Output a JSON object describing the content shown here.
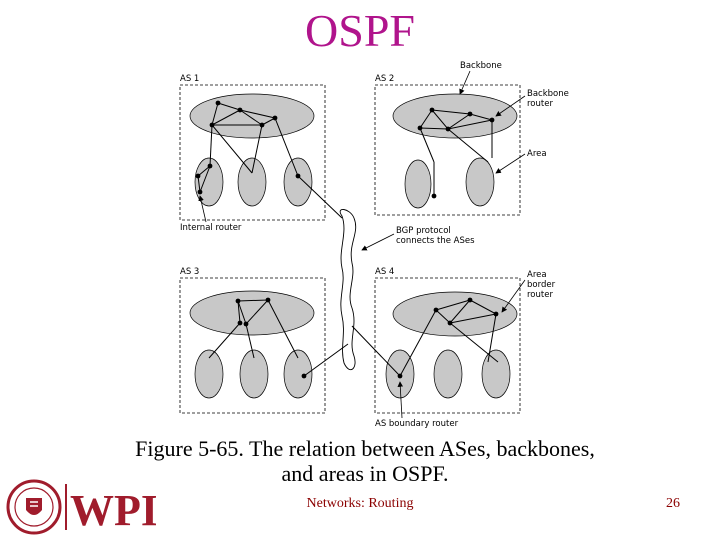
{
  "title": "OSPF",
  "diagram": {
    "as_labels": [
      "AS 1",
      "AS 2",
      "AS 3",
      "AS 4"
    ],
    "callouts": {
      "backbone": "Backbone",
      "backbone_router_1": "Backbone",
      "backbone_router_2": "router",
      "area": "Area",
      "internal_router": "Internal router",
      "bgp_1": "BGP protocol",
      "bgp_2": "connects the ASes",
      "area_border_1": "Area",
      "area_border_2": "border",
      "area_border_3": "router",
      "as_boundary": "AS boundary router"
    }
  },
  "caption": {
    "line1": "Figure 5-65. The relation between ASes, backbones,",
    "line2": "and areas in OSPF."
  },
  "footer": {
    "topic": "Networks: Routing",
    "page": "26",
    "logo_text": "WPI"
  },
  "colors": {
    "title": "#b0148c",
    "footer_text": "#8b0000",
    "area_fill": "#c8c8c8",
    "logo_red": "#a01c2c"
  }
}
